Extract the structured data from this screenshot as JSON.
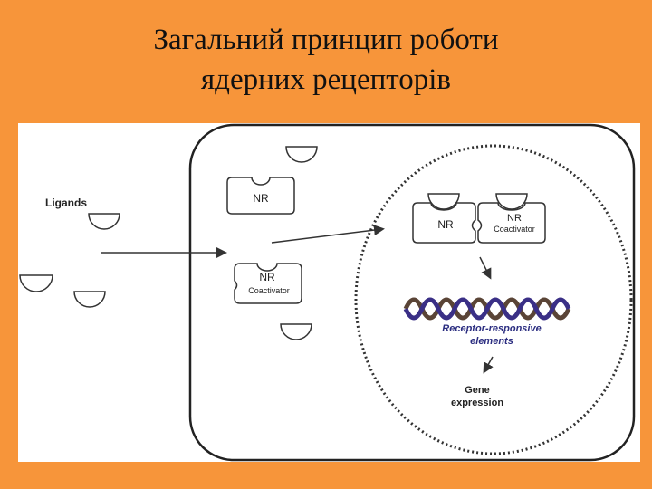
{
  "slide": {
    "title_line1": "Загальний принцип роботи",
    "title_line2": "ядерних рецепторів"
  },
  "diagram": {
    "ligands_label": "Ligands",
    "nr_label": "NR",
    "coactivator_label": "Coactivator",
    "nr_label_2": "NR",
    "nr_label_3": "NR",
    "coactivator_label_2": "Coactivator",
    "nr_label_4": "NR",
    "rre_line1": "Receptor-responsive",
    "rre_line2": "elements",
    "gene_line1": "Gene",
    "gene_line2": "expression",
    "colors": {
      "background": "#f7953a",
      "dna_strand_a": "#3a2f86",
      "dna_strand_b": "#5a4436",
      "rre_text": "#2b2d80"
    }
  }
}
